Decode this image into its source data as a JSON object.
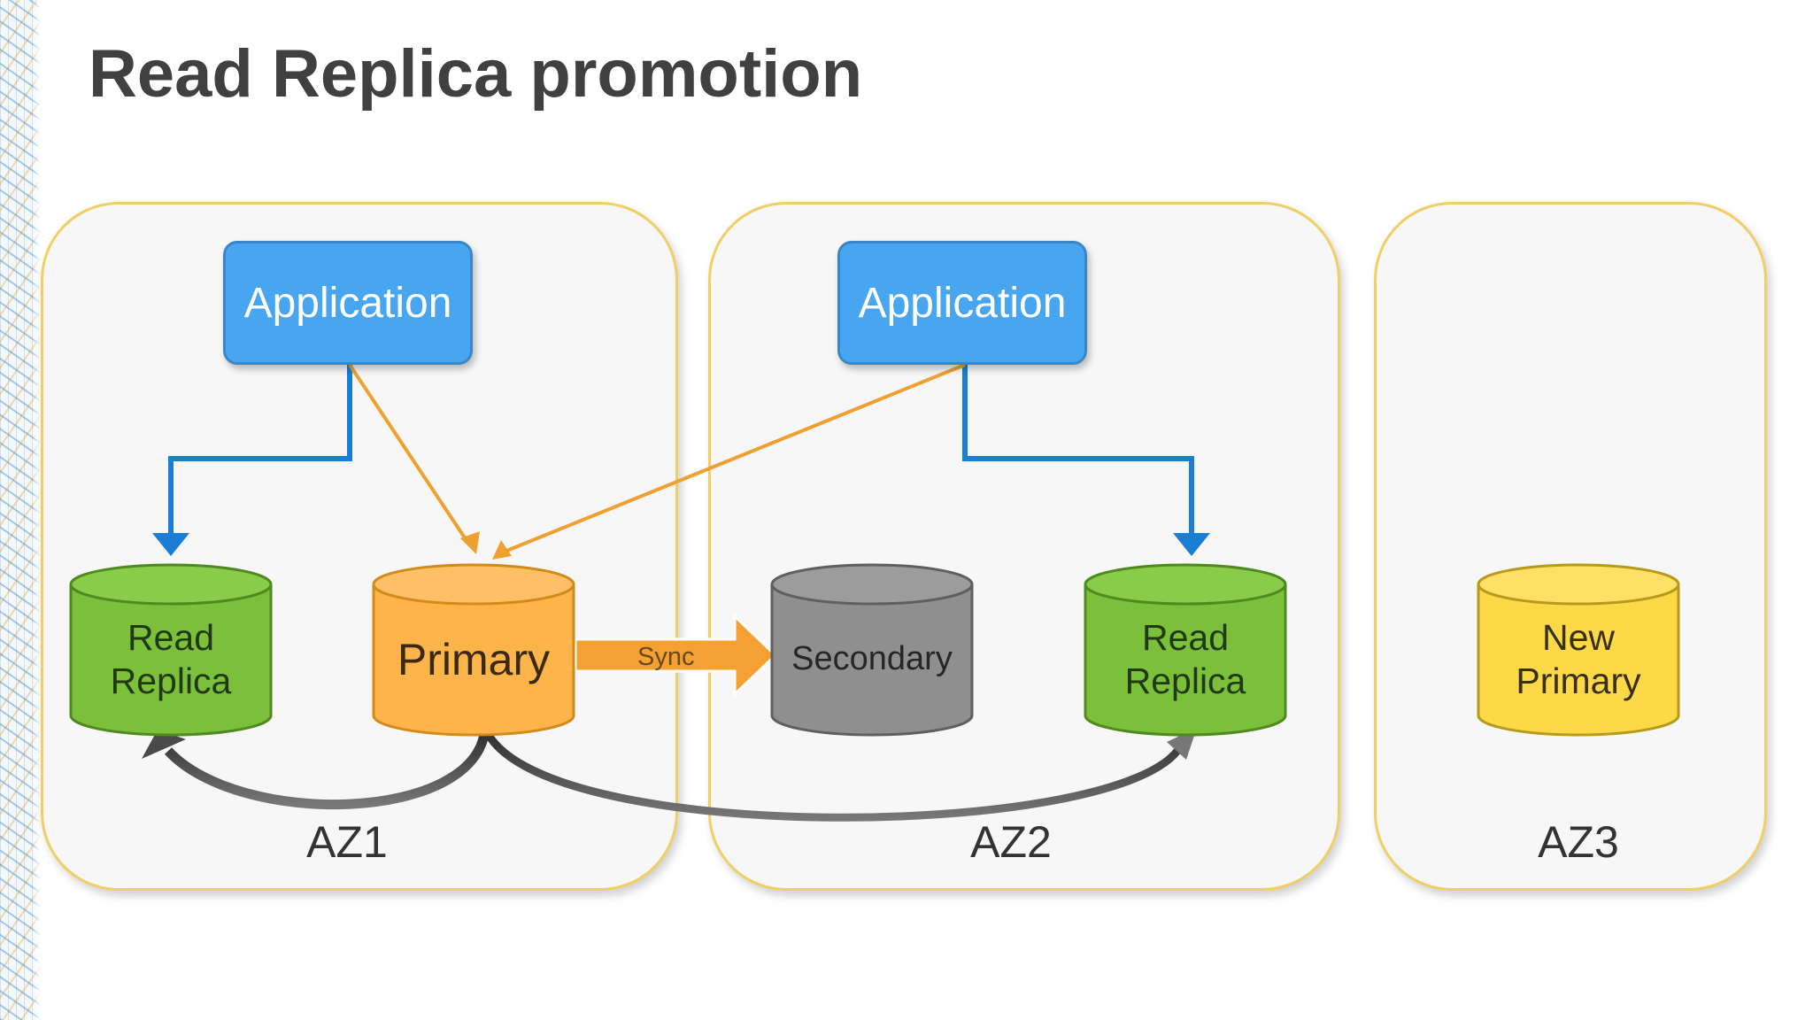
{
  "title": "Read Replica promotion",
  "zones": [
    {
      "label": "AZ1"
    },
    {
      "label": "AZ2"
    },
    {
      "label": "AZ3"
    }
  ],
  "nodes": {
    "app1": {
      "label": "Application"
    },
    "app2": {
      "label": "Application"
    },
    "replica1": {
      "label_line1": "Read",
      "label_line2": "Replica"
    },
    "primary": {
      "label": "Primary"
    },
    "secondary": {
      "label": "Secondary"
    },
    "replica2": {
      "label_line1": "Read",
      "label_line2": "Replica"
    },
    "new_primary": {
      "label_line1": "New",
      "label_line2": "Primary"
    }
  },
  "sync_label": "Sync",
  "colors": {
    "application": "#48a6f0",
    "read_replica": "#7cbf3a",
    "primary": "#fdb44b",
    "secondary": "#8f8f8f",
    "new_primary": "#fdd94a",
    "zone_border": "#f0cf66",
    "blue_connector": "#1a7fd4",
    "orange_connector": "#f0a030"
  }
}
